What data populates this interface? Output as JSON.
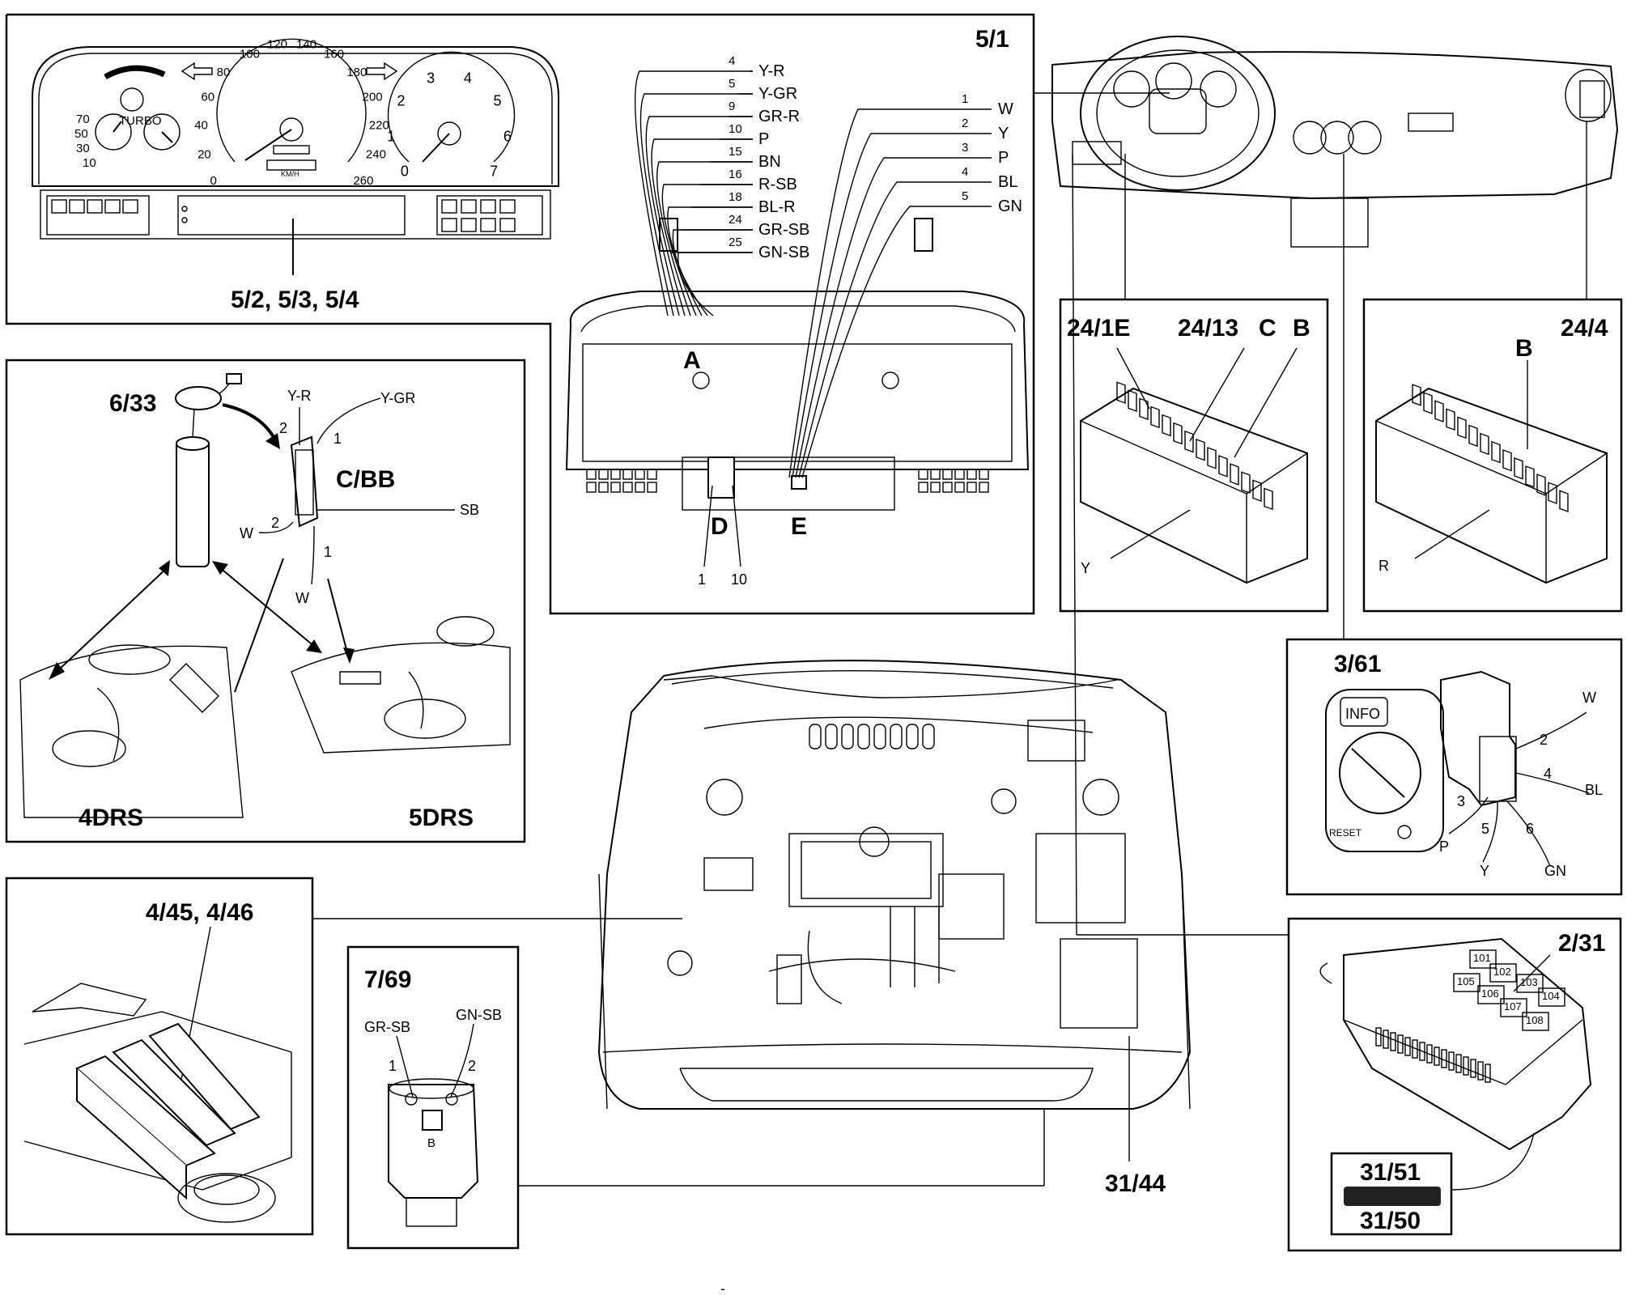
{
  "panels": {
    "instrument_cluster": {
      "label": "5/2, 5/3, 5/4",
      "turbo": "TURBO",
      "speed_ticks": [
        "0",
        "20",
        "40",
        "60",
        "80",
        "100",
        "120",
        "140",
        "160",
        "180",
        "200",
        "220",
        "240",
        "260"
      ],
      "rev_ticks": [
        "0",
        "1",
        "2",
        "3",
        "4",
        "5",
        "6",
        "7"
      ],
      "temp_ticks": [
        "70",
        "50",
        "30",
        "10"
      ],
      "kmh": "KM/H"
    },
    "connector_5_1": {
      "label": "5/1",
      "wires_left": [
        {
          "pin": "4",
          "color": "Y-R"
        },
        {
          "pin": "5",
          "color": "Y-GR"
        },
        {
          "pin": "9",
          "color": "GR-R"
        },
        {
          "pin": "10",
          "color": "P"
        },
        {
          "pin": "15",
          "color": "BN"
        },
        {
          "pin": "16",
          "color": "R-SB"
        },
        {
          "pin": "18",
          "color": "BL-R"
        },
        {
          "pin": "24",
          "color": "GR-SB"
        },
        {
          "pin": "25",
          "color": "GN-SB"
        }
      ],
      "wires_right": [
        {
          "pin": "1",
          "color": "W"
        },
        {
          "pin": "2",
          "color": "Y"
        },
        {
          "pin": "3",
          "color": "P"
        },
        {
          "pin": "4",
          "color": "BL"
        },
        {
          "pin": "5",
          "color": "GN"
        }
      ],
      "conn_a": "A",
      "conn_d": "D",
      "conn_e": "E",
      "d_pin_1": "1",
      "d_pin_10": "10"
    },
    "fuel_sender": {
      "label_6_33": "6/33",
      "label_cbb": "C/BB",
      "wire_yr": "Y-R",
      "wire_ygr": "Y-GR",
      "wire_sb": "SB",
      "wire_w1": "W",
      "wire_w2": "W",
      "pin_2a": "2",
      "pin_1a": "1",
      "pin_2b": "2",
      "pin_1b": "1",
      "label_4drs": "4DRS",
      "label_5drs": "5DRS"
    },
    "relay_box_24_1e": {
      "label_a": "24/1E",
      "label_b": "24/13",
      "label_c": "C",
      "label_d": "B",
      "color": "Y"
    },
    "relay_box_24_4": {
      "label": "24/4",
      "label_b": "B",
      "color": "R"
    },
    "info_switch": {
      "label": "3/61",
      "info": "INFO",
      "reset": "RESET",
      "pins": [
        {
          "pin": "2",
          "color": "W"
        },
        {
          "pin": "4",
          "color": "BL"
        },
        {
          "pin": "3",
          "color": "P"
        },
        {
          "pin": "5",
          "color": "Y"
        },
        {
          "pin": "6",
          "color": "GN"
        }
      ]
    },
    "relays_4_45": {
      "label": "4/45, 4/46"
    },
    "sensor_7_69": {
      "label": "7/69",
      "wire_1": "GR-SB",
      "wire_2": "GN-SB",
      "pin_1": "1",
      "pin_2": "2",
      "mark": "B"
    },
    "cem_2_31": {
      "label": "2/31",
      "fuses": [
        "101",
        "102",
        "103",
        "104",
        "105",
        "106",
        "107",
        "108"
      ],
      "label_31_51": "31/51",
      "label_31_50": "31/50"
    },
    "engine_bay": {
      "label_31_44": "31/44"
    },
    "footer_mark": "-"
  }
}
